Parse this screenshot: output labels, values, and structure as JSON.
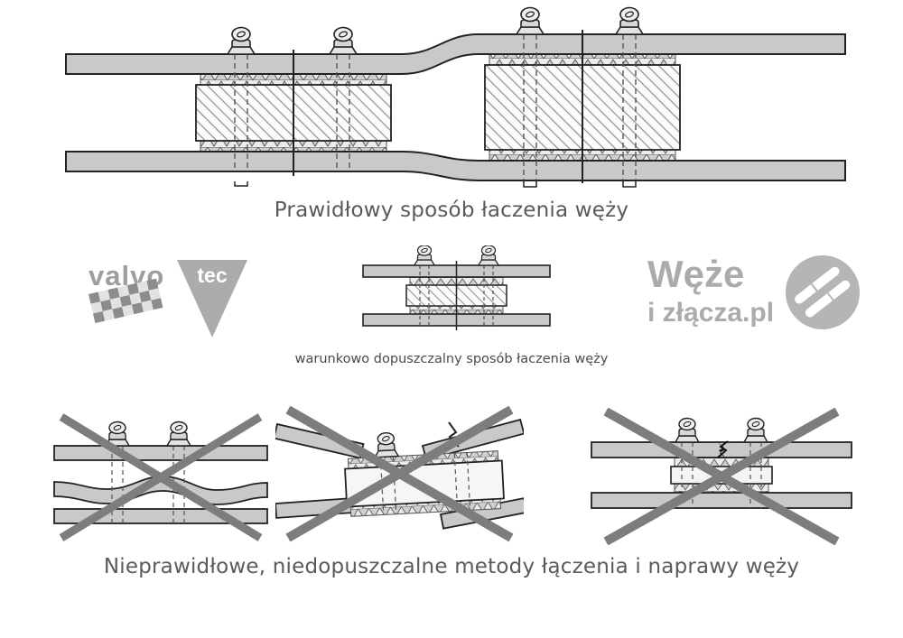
{
  "page": {
    "background_color": "#ffffff"
  },
  "captions": {
    "correct": "Prawidłowy sposób łaczenia węży",
    "conditional": "warunkowo dopuszczalny sposób łaczenia węży",
    "incorrect": "Nieprawidłowe, niedopuszczalne metody łączenia i naprawy węży"
  },
  "logos": {
    "valvotec": {
      "name": "valvo",
      "suffix": "tec"
    },
    "weze_izlacza": {
      "line1": "Węże",
      "line2": "i złącza.pl"
    }
  },
  "colors": {
    "caption_text": "#5a5a5a",
    "small_caption_text": "#4a4a4a",
    "logo_gray": "#a9a9a9",
    "hose_fill": "#c9c9c9",
    "outline": "#222222",
    "cross_out": "#7d7d7d"
  }
}
